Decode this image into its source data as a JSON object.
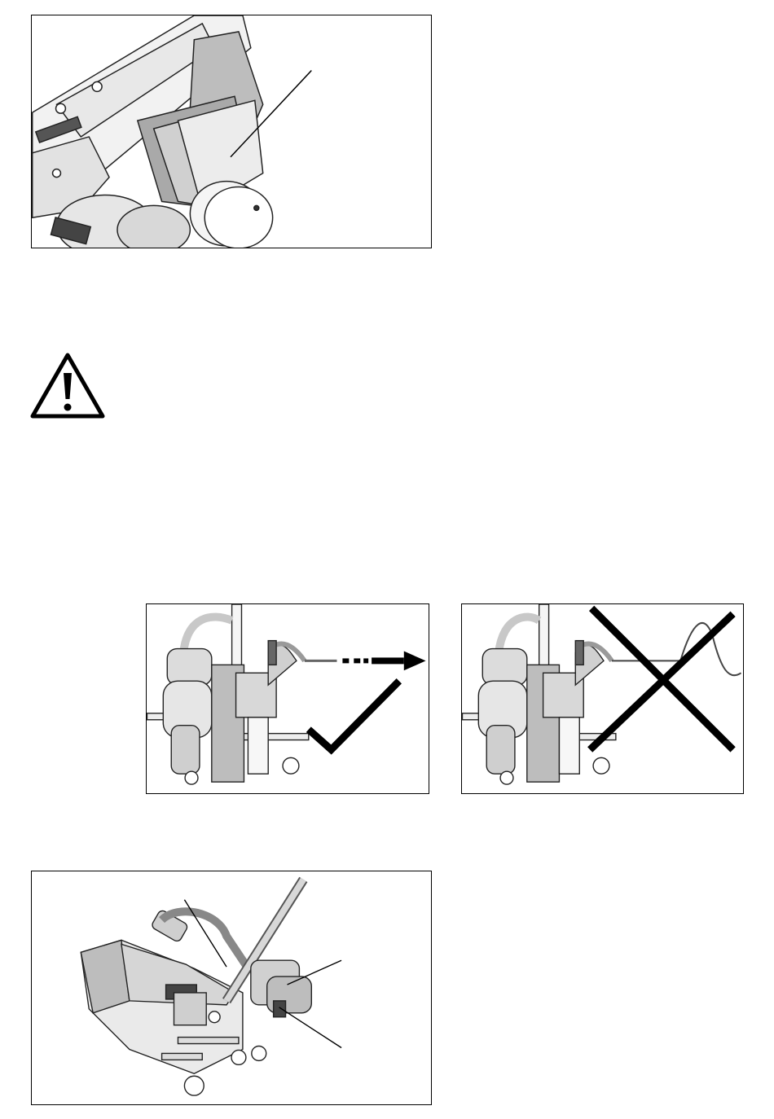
{
  "figures": {
    "top": {
      "icon": "welder-drive-unit-illustration",
      "callout_count": 1
    },
    "warning": {
      "icon": "warning-triangle-icon"
    },
    "cable_correct": {
      "icon": "check-mark-icon",
      "status": "correct"
    },
    "cable_incorrect": {
      "icon": "cross-mark-icon",
      "status": "incorrect"
    },
    "bottom": {
      "icon": "welder-machine-illustration",
      "callout_count": 3
    }
  },
  "colors": {
    "line": "#000000",
    "fill_light": "#e6e6e6",
    "fill_mid": "#bdbdbd",
    "fill_dark": "#8a8a8a"
  }
}
